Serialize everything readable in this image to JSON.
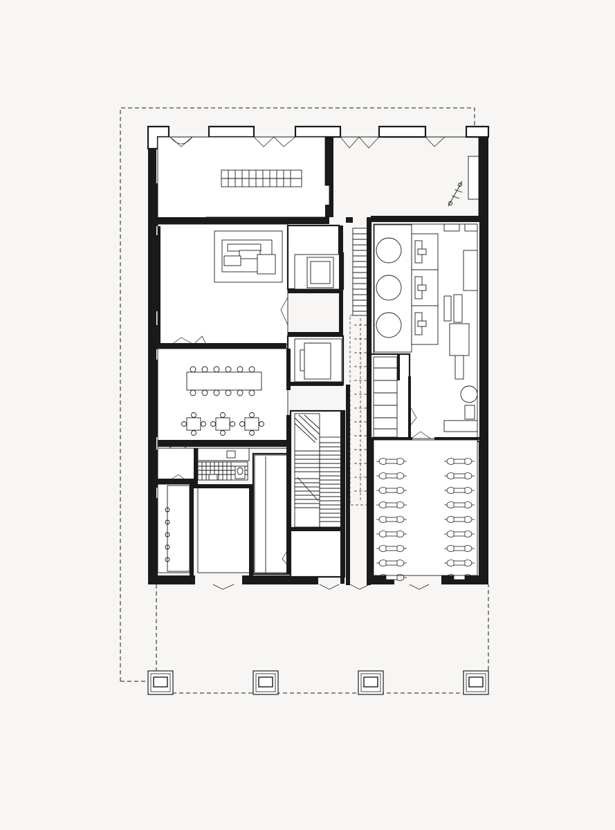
{
  "drawing": {
    "type": "architectural-floor-plan",
    "background_color": "#f7f6f4",
    "line_color": "#1a1a1a",
    "columns_count": 4,
    "bike_rows_per_column": 9,
    "bike_columns": 2,
    "round_tables": 3,
    "conference_chairs_per_side": 6,
    "cafe_tables": 3
  }
}
